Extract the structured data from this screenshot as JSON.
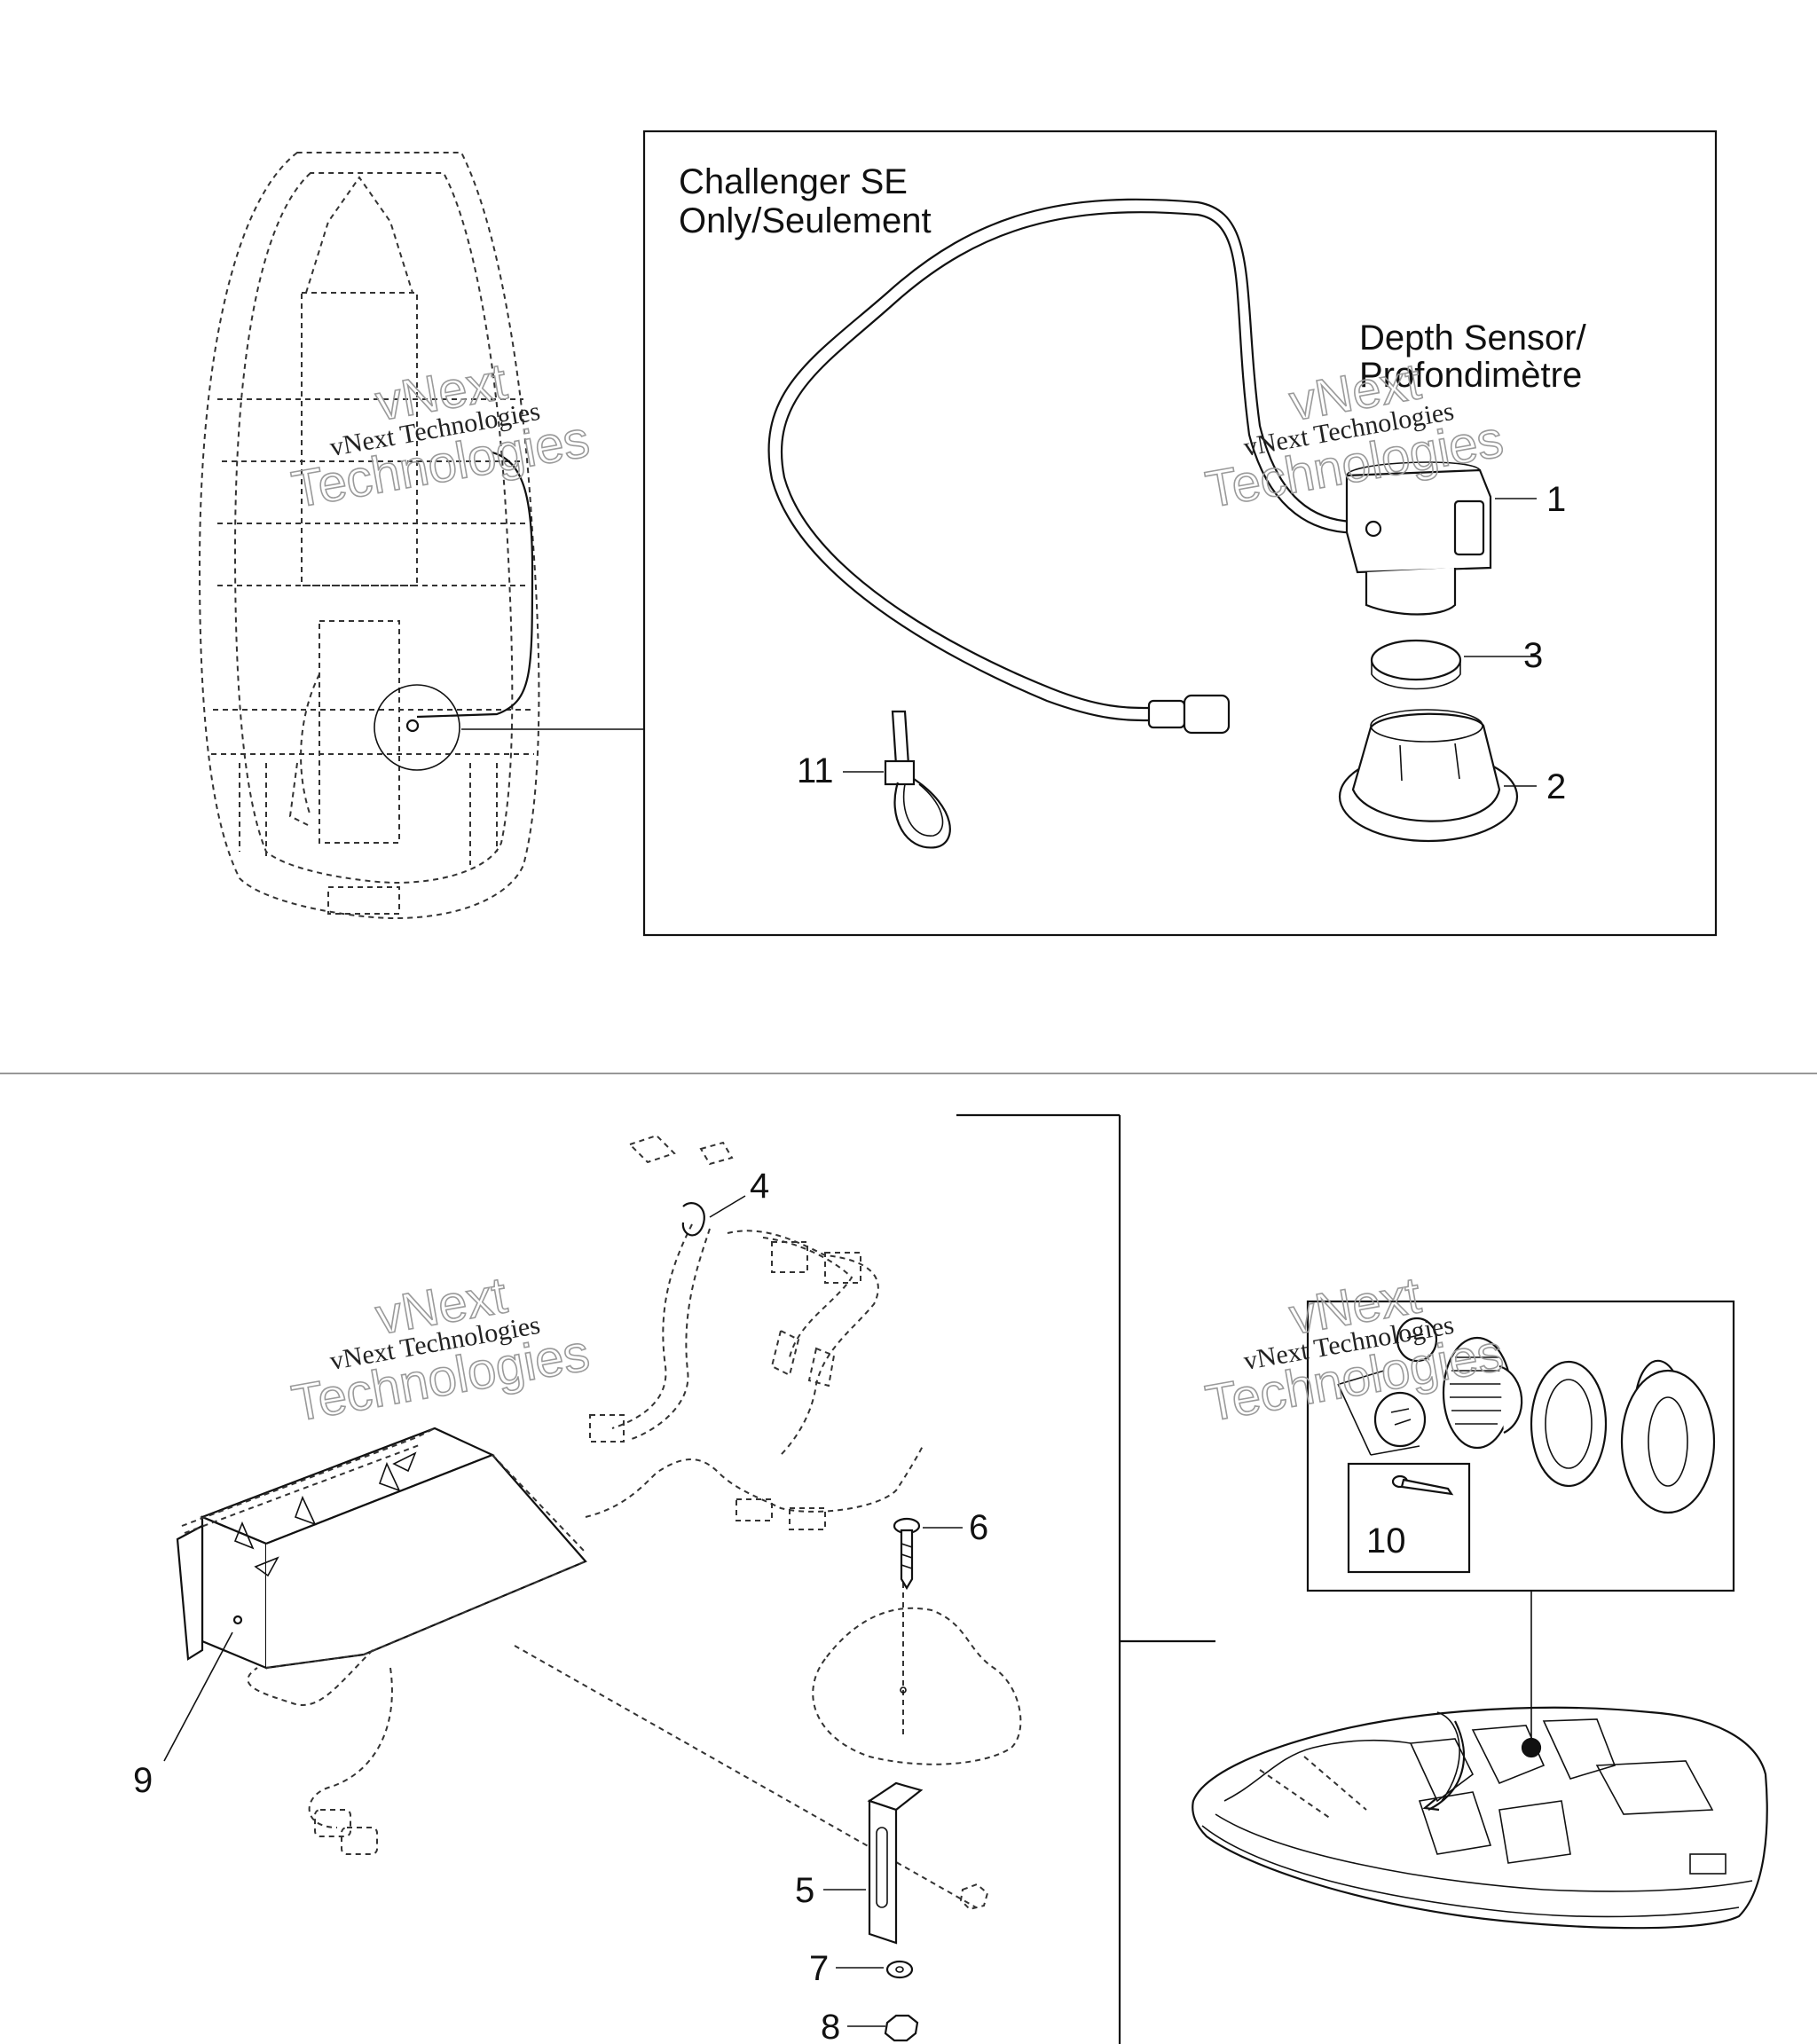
{
  "top_panel": {
    "heading_line1": "Challenger SE",
    "heading_line2": "Only/Seulement",
    "sensor_label_line1": "Depth Sensor/",
    "sensor_label_line2": "Profondimètre"
  },
  "callouts": {
    "c1": "1",
    "c2": "2",
    "c3": "3",
    "c4": "4",
    "c5": "5",
    "c6": "6",
    "c7": "7",
    "c8": "8",
    "c9": "9",
    "c10": "10",
    "c11": "11"
  },
  "watermark": {
    "line1": "vNext Technologies",
    "line2": "vNext",
    "line3": "Technologies"
  },
  "colors": {
    "ink": "#111111",
    "watermark": "#9a9a9a",
    "background": "#ffffff"
  }
}
